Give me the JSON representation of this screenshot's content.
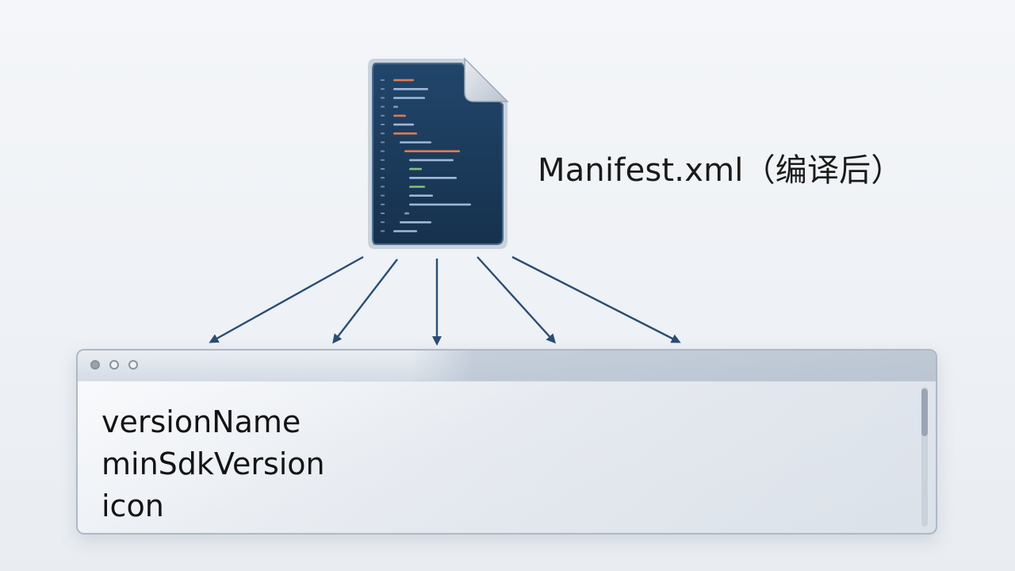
{
  "file": {
    "label": "Manifest.xml（编译后）",
    "icon": "xml-document-icon"
  },
  "window": {
    "controls": [
      "close",
      "minimize",
      "maximize"
    ],
    "fields": [
      "versionName",
      "minSdkVersion",
      "icon"
    ]
  },
  "colors": {
    "doc_fill": "#1d3a5a",
    "doc_border": "#3f5e80",
    "arrow": "#2a4d72"
  }
}
